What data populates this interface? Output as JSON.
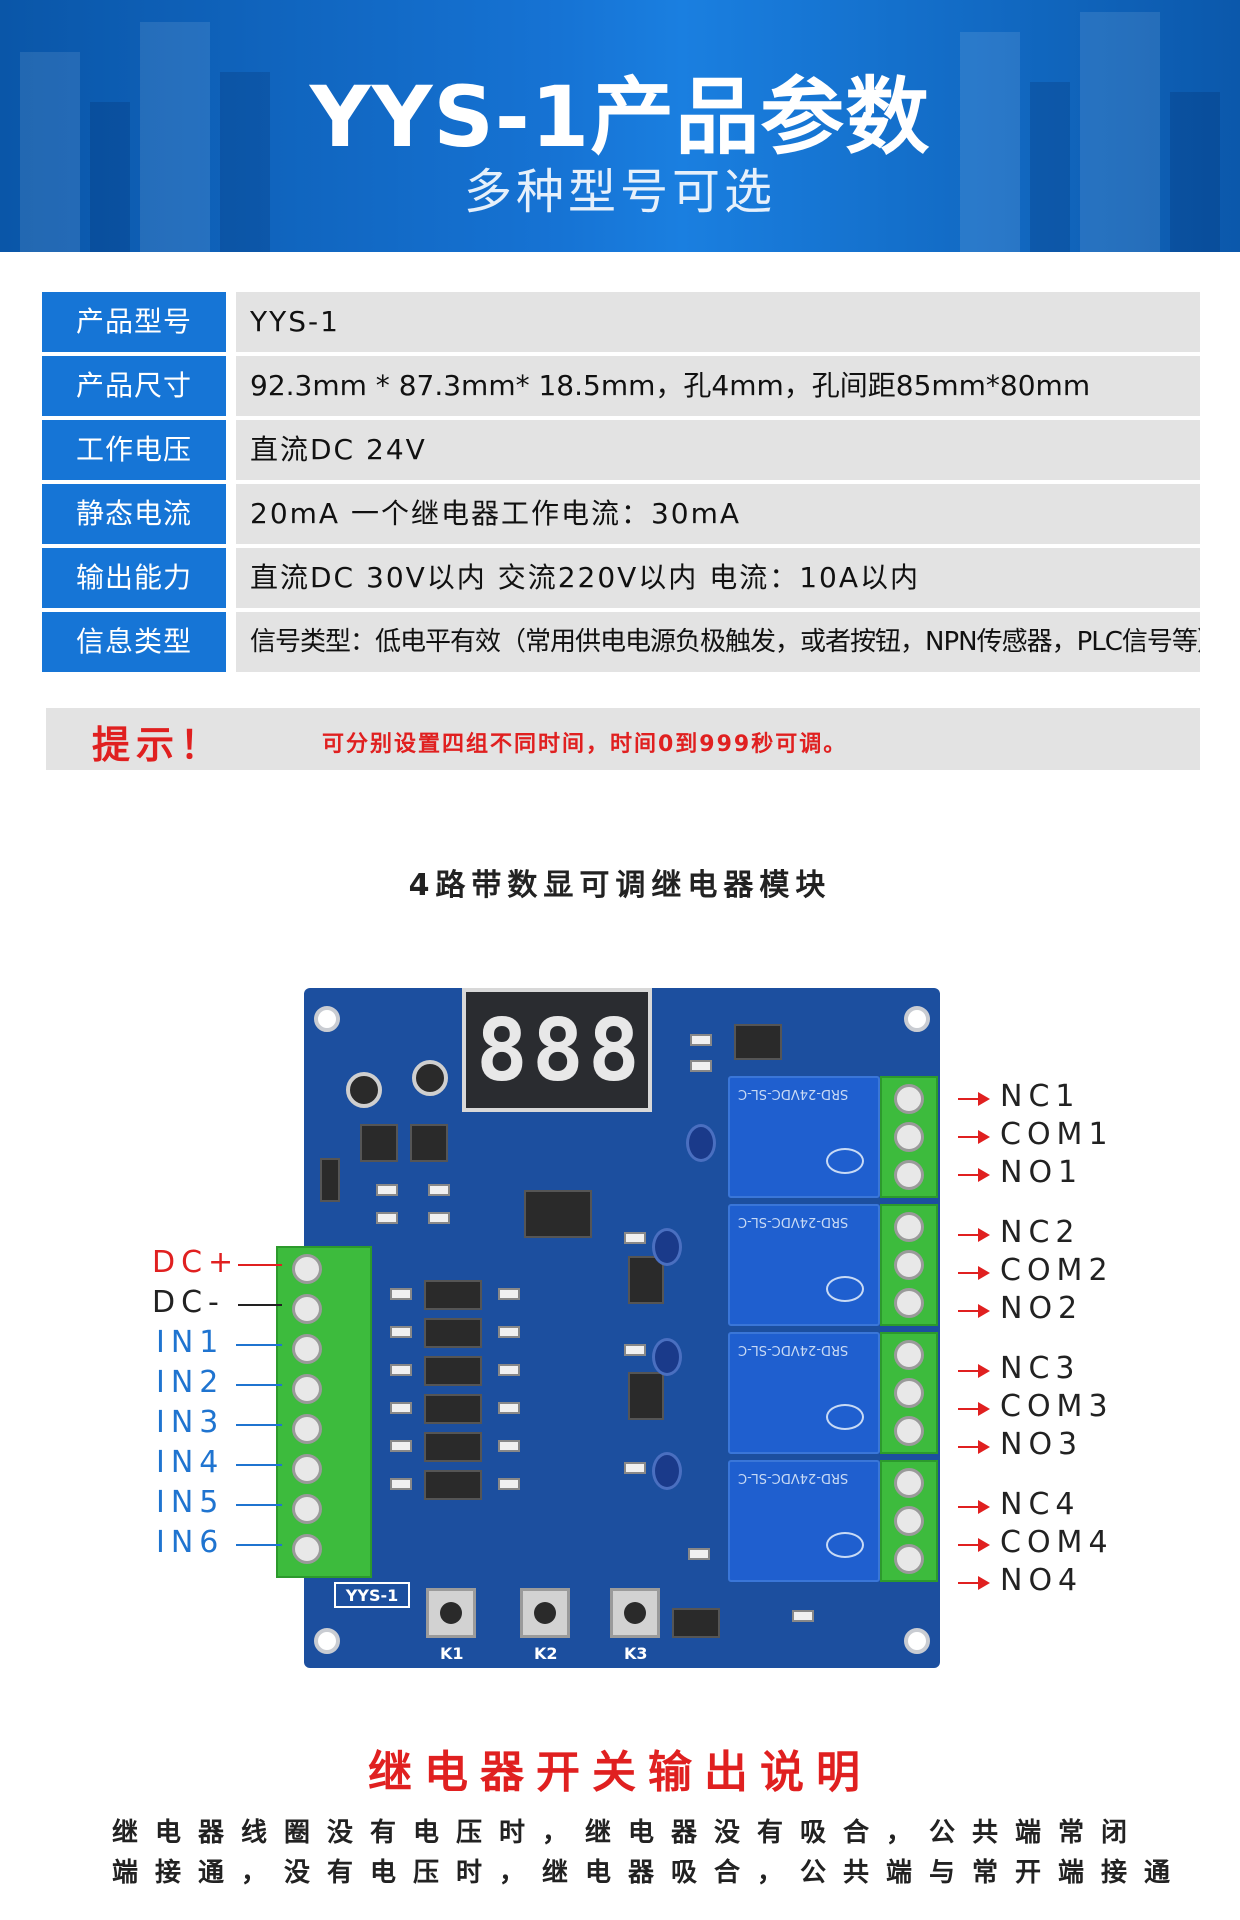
{
  "banner": {
    "title": "YYS-1产品参数",
    "subtitle": "多种型号可选"
  },
  "specs": [
    {
      "label": "产品型号",
      "value": "YYS-1"
    },
    {
      "label": "产品尺寸",
      "value": "92.3mm * 87.3mm* 18.5mm，孔4mm，孔间距85mm*80mm"
    },
    {
      "label": "工作电压",
      "value": "直流DC 24V"
    },
    {
      "label": "静态电流",
      "value": "20mA 一个继电器工作电流：30mA"
    },
    {
      "label": "输出能力",
      "value": "直流DC 30V以内 交流220V以内  电流：10A以内"
    },
    {
      "label": "信息类型",
      "value": "信号类型：低电平有效（常用供电电源负极触发，或者按钮，NPN传感器，PLC信号等）"
    }
  ],
  "tip": {
    "label": "提示！",
    "text": "可分别设置四组不同时间，时间0到999秒可调。"
  },
  "diagram": {
    "title": "4路带数显可调继电器模块",
    "display_digits": [
      "8",
      "8",
      "8"
    ],
    "board_name": "YYS-1",
    "buttons": [
      "K1",
      "K2",
      "K3"
    ],
    "relay_marking": "SRD-24VDC-SL-C",
    "left_pins": [
      {
        "label": "DC+",
        "color": "#e02020"
      },
      {
        "label": "DC-",
        "color": "#222222"
      },
      {
        "label": "IN1",
        "color": "#1f74d0"
      },
      {
        "label": "IN2",
        "color": "#1f74d0"
      },
      {
        "label": "IN3",
        "color": "#1f74d0"
      },
      {
        "label": "IN4",
        "color": "#1f74d0"
      },
      {
        "label": "IN5",
        "color": "#1f74d0"
      },
      {
        "label": "IN6",
        "color": "#1f74d0"
      }
    ],
    "right_pins": [
      "NC1",
      "COM1",
      "NO1",
      "NC2",
      "COM2",
      "NO2",
      "NC3",
      "COM3",
      "NO3",
      "NC4",
      "COM4",
      "NO4"
    ]
  },
  "explanation": {
    "title": "继电器开关输出说明",
    "line1": "继电器线圈没有电压时，继电器没有吸合，公共端常闭",
    "line2": "端接通，没有电压时，继电器吸合，公共端与常开端接通"
  }
}
